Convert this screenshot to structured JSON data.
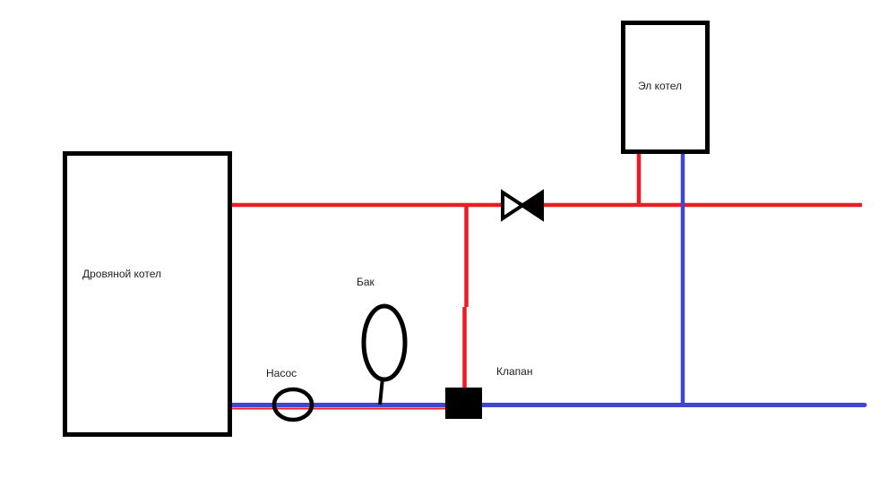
{
  "diagram": {
    "type": "heating-system-schematic",
    "components": {
      "wood_boiler": {
        "label": "Дровяной котел"
      },
      "electric_boiler": {
        "label": "Эл котел"
      },
      "pump": {
        "label": "Насос"
      },
      "tank": {
        "label": "Бак"
      },
      "valve": {
        "label": "Клапан"
      }
    },
    "icons": {
      "pump": "circle-icon",
      "tank": "ellipse-icon",
      "valve": "black-square-icon",
      "check_valve": "bowtie-valve-icon"
    },
    "colors": {
      "supply_line": "#ED1C24",
      "return_line": "#3F48CC",
      "outline_black": "#000000",
      "background": "#FFFFFF",
      "text": "#1F1F1F"
    }
  }
}
